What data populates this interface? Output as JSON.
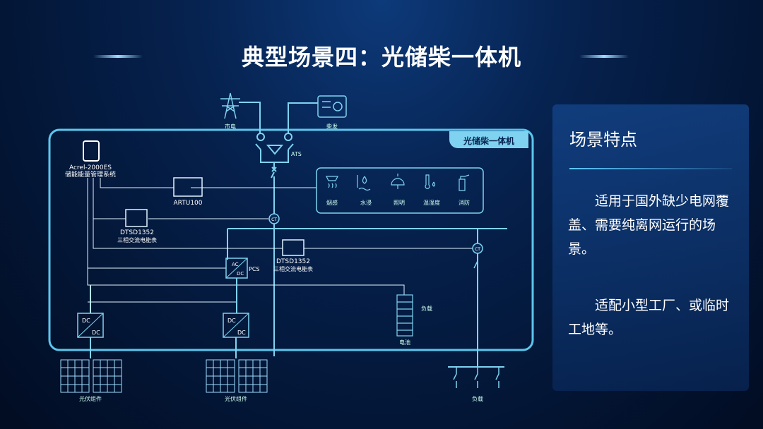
{
  "title": "典型场景四：光储柴一体机",
  "diagram": {
    "grid_label": "市电",
    "generator_label": "柴发",
    "ats_label": "ATS",
    "system_box_label": "光储柴一体机",
    "ems_name": "Acrel-2000ES",
    "ems_desc": "储能能量管理系统",
    "artu_label": "ARTU100",
    "meter1_model": "DTSD1352",
    "meter1_desc": "三相交流电能表",
    "meter2_model": "DTSD1352",
    "meter2_desc": "三相交流电能表",
    "ct_label": "CT",
    "pcs_label": "PCS",
    "ac": "AC",
    "dc": "DC",
    "sensors": [
      "烟感",
      "水浸",
      "照明",
      "温湿度",
      "消防"
    ],
    "battery_label": "电池",
    "load_label_inner": "负载",
    "pv_label_1": "光伏组件",
    "pv_label_2": "光伏组件",
    "load_label": "负载"
  },
  "panel": {
    "heading": "场景特点",
    "para1": "适用于国外缺少电网覆盖、需要纯离网运行的场景。",
    "para2": "适配小型工厂、或临时工地等。"
  }
}
